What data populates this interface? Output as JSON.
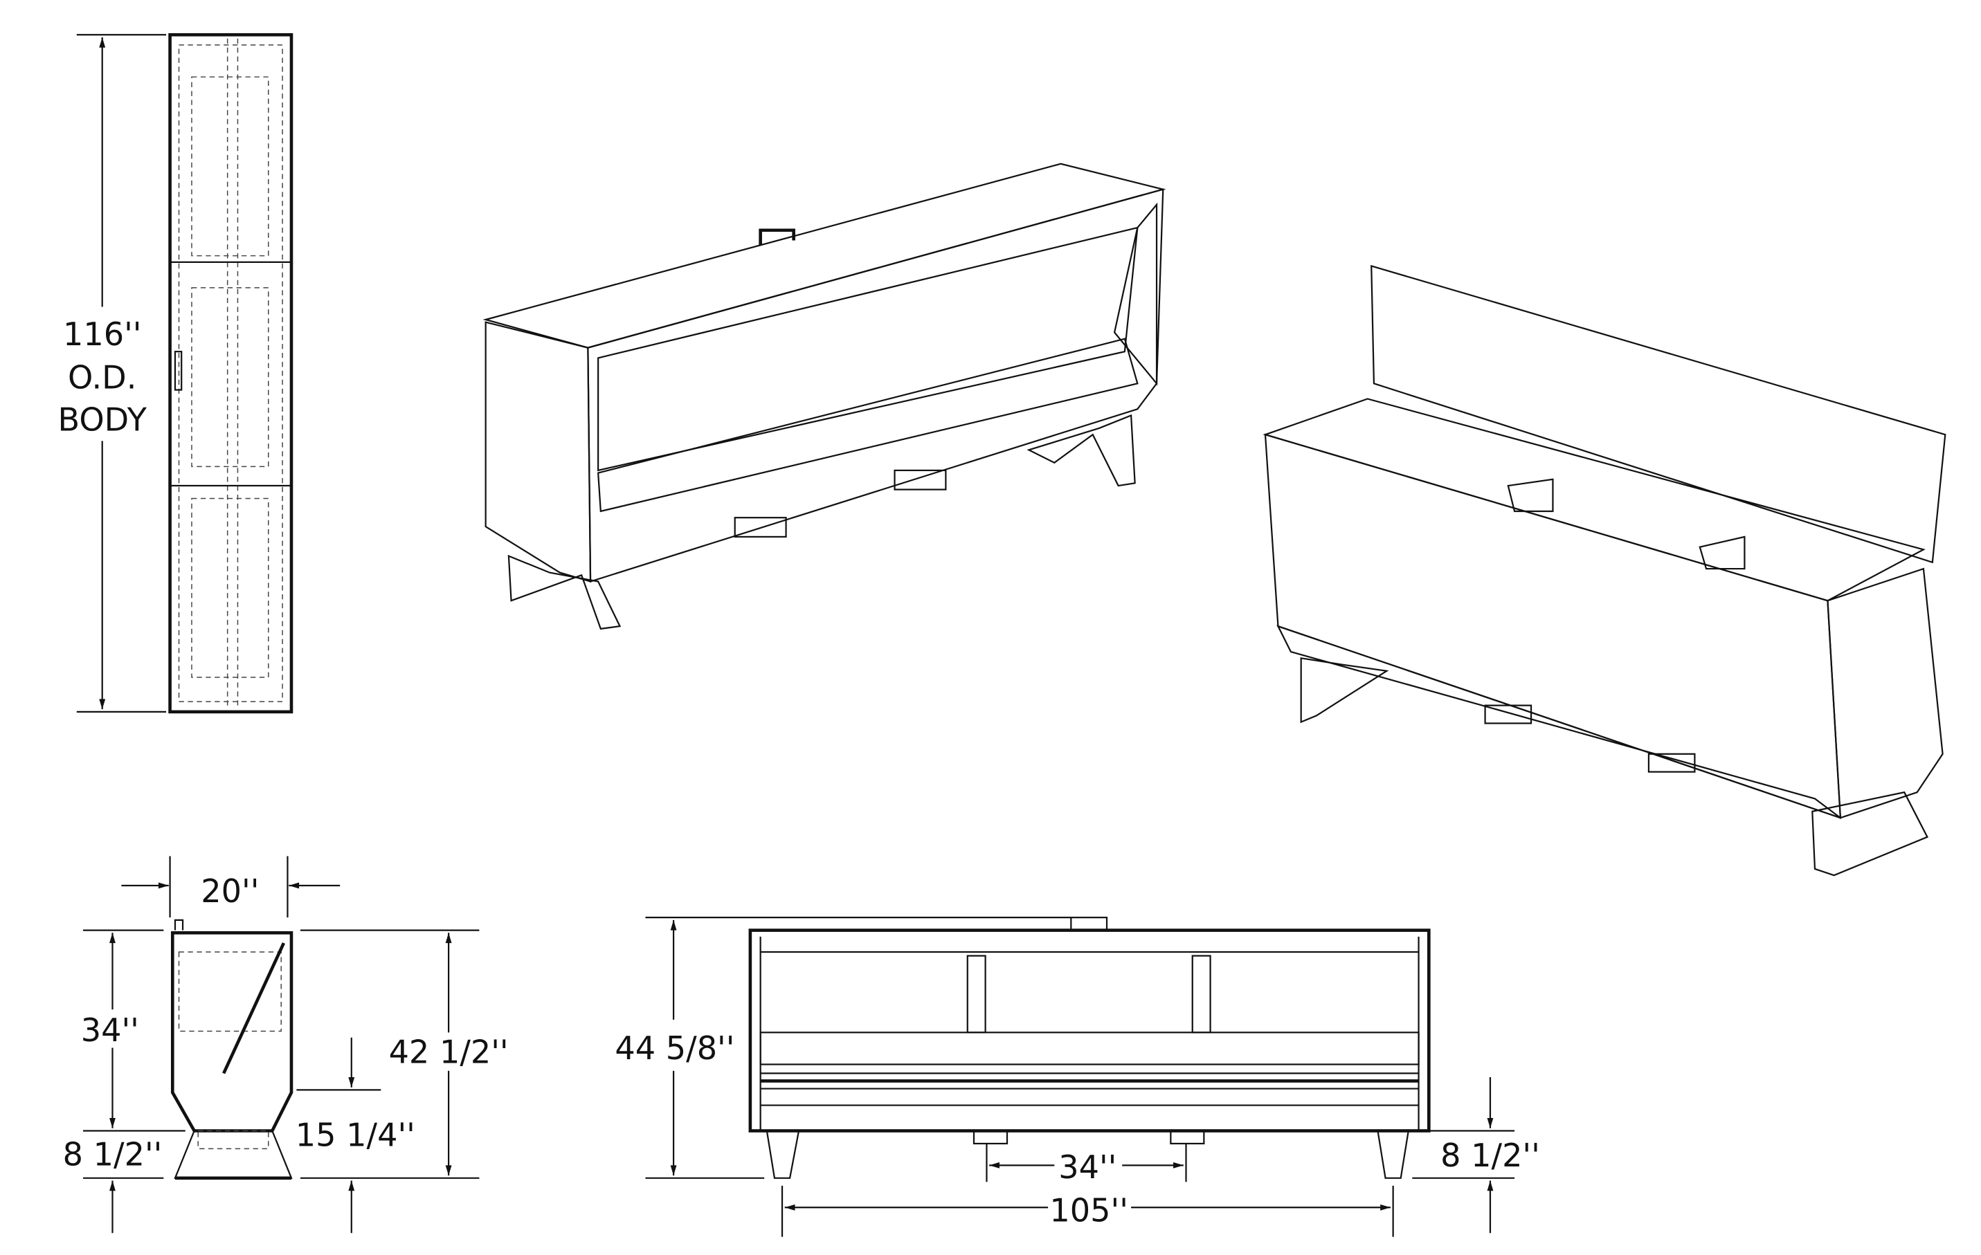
{
  "top_side_view": {
    "height_lines": [
      "116''",
      "O.D.",
      "BODY"
    ]
  },
  "end_view": {
    "width": "20''",
    "body_height": "34''",
    "base_height": "8 1/2''",
    "trough_height": "15 1/4''",
    "overall_height": "42 1/2''"
  },
  "front_view": {
    "overall_height": "44 5/8''",
    "leg_height": "8 1/2''",
    "leg_spacing": "34''",
    "overall_length": "105''"
  },
  "colors": {
    "line": "#111111",
    "panel_light": "#bdbdbd",
    "panel_mid": "#9a9a9a",
    "panel_dark": "#5e5e5e"
  }
}
